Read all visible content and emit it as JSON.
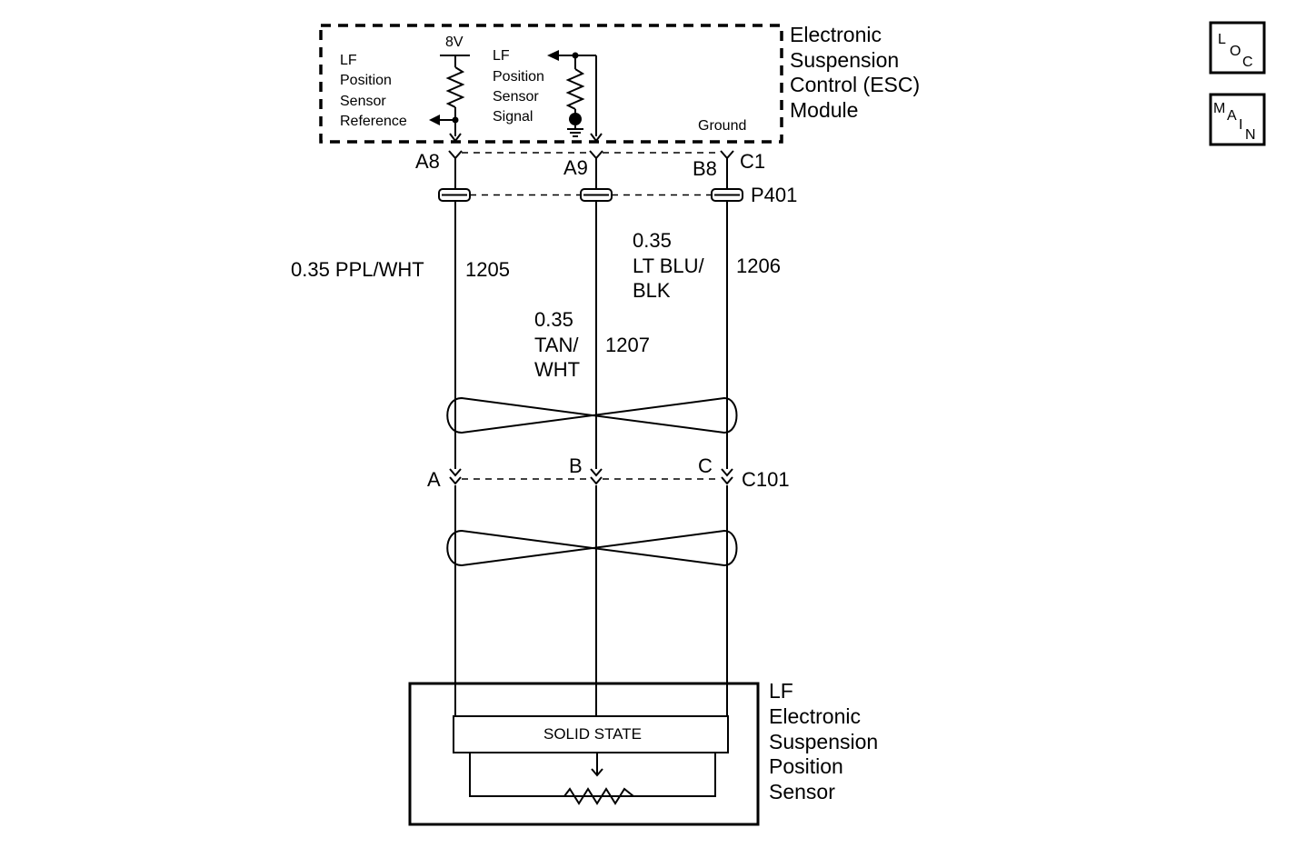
{
  "esc_module": {
    "title_lines": [
      "Electronic",
      "Suspension",
      "Control (ESC)",
      "Module"
    ],
    "voltage_label": "8V",
    "ref_label_lines": [
      "LF",
      "Position",
      "Sensor",
      "Reference"
    ],
    "signal_label_lines": [
      "LF",
      "Position",
      "Sensor",
      "Signal"
    ],
    "ground_label": "Ground"
  },
  "module_pins": {
    "a8": "A8",
    "a9": "A9",
    "b8": "B8",
    "c1": "C1"
  },
  "connector_p401": "P401",
  "wires": {
    "w1205": {
      "size_color": "0.35 PPL/WHT",
      "circuit": "1205"
    },
    "w1206": {
      "size_color_lines": [
        "0.35",
        "LT BLU/",
        "BLK"
      ],
      "circuit": "1206"
    },
    "w1207": {
      "size_color_lines": [
        "0.35",
        "TAN/",
        "WHT"
      ],
      "circuit": "1207"
    }
  },
  "connector_c101": {
    "name": "C101",
    "pin_a": "A",
    "pin_b": "B",
    "pin_c": "C"
  },
  "sensor": {
    "title_lines": [
      "LF",
      "Electronic",
      "Suspension",
      "Position",
      "Sensor"
    ],
    "inner_label": "SOLID STATE"
  },
  "nav": {
    "loc": [
      "L",
      "O",
      "C"
    ],
    "main": [
      "M",
      "A",
      "I",
      "N"
    ]
  }
}
